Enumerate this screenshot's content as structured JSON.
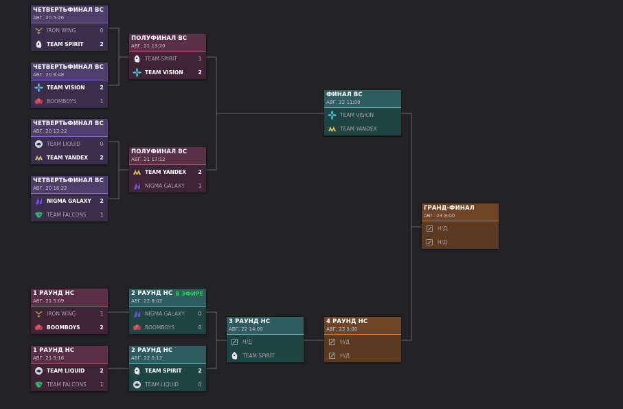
{
  "bracket": {
    "upper": {
      "qf1": {
        "title": "ЧЕТВЕРТЬФИНАЛ ВС",
        "date": "АВГ. 20 5:26",
        "teams": [
          {
            "name": "IRON WING",
            "score": "0"
          },
          {
            "name": "TEAM SPIRIT",
            "score": "2"
          }
        ]
      },
      "qf2": {
        "title": "ЧЕТВЕРТЬФИНАЛ ВС",
        "date": "АВГ. 20 8:48",
        "teams": [
          {
            "name": "TEAM VISION",
            "score": "2"
          },
          {
            "name": "BOOMBOYS",
            "score": "1"
          }
        ]
      },
      "qf3": {
        "title": "ЧЕТВЕРТЬФИНАЛ ВС",
        "date": "АВГ. 20 13:22",
        "teams": [
          {
            "name": "TEAM LIQUID",
            "score": "0"
          },
          {
            "name": "TEAM YANDEX",
            "score": "2"
          }
        ]
      },
      "qf4": {
        "title": "ЧЕТВЕРТЬФИНАЛ ВС",
        "date": "АВГ. 20 16:22",
        "teams": [
          {
            "name": "NIGMA GALAXY",
            "score": "2"
          },
          {
            "name": "TEAM FALCONS",
            "score": "1"
          }
        ]
      },
      "sf1": {
        "title": "ПОЛУФИНАЛ ВС",
        "date": "АВГ. 21 13:20",
        "teams": [
          {
            "name": "TEAM SPIRIT",
            "score": "1"
          },
          {
            "name": "TEAM VISION",
            "score": "2"
          }
        ]
      },
      "sf2": {
        "title": "ПОЛУФИНАЛ ВС",
        "date": "АВГ. 21 17:12",
        "teams": [
          {
            "name": "TEAM YANDEX",
            "score": "2"
          },
          {
            "name": "NIGMA GALAXY",
            "score": "1"
          }
        ]
      },
      "final": {
        "title": "ФИНАЛ ВС",
        "date": "АВГ. 22 11:00",
        "teams": [
          {
            "name": "TEAM VISION",
            "score": ""
          },
          {
            "name": "TEAM YANDEX",
            "score": ""
          }
        ]
      }
    },
    "grand_final": {
      "title": "ГРАНД-ФИНАЛ",
      "date": "АВГ. 23 8:00",
      "teams": [
        {
          "name": "Н/Д",
          "score": ""
        },
        {
          "name": "Н/Д",
          "score": ""
        }
      ]
    },
    "lower": {
      "r1a": {
        "title": "1 РАУНД НС",
        "date": "АВГ. 21 5:09",
        "teams": [
          {
            "name": "IRON WING",
            "score": "1"
          },
          {
            "name": "BOOMBOYS",
            "score": "2"
          }
        ]
      },
      "r1b": {
        "title": "1 РАУНД НС",
        "date": "АВГ. 21 9:16",
        "teams": [
          {
            "name": "TEAM LIQUID",
            "score": "2"
          },
          {
            "name": "TEAM FALCONS",
            "score": "1"
          }
        ]
      },
      "r2a": {
        "title": "2 РАУНД НС",
        "date": "АВГ. 22 8:02",
        "status": "В ЭФИРЕ",
        "teams": [
          {
            "name": "NIGMA GALAXY",
            "score": "0"
          },
          {
            "name": "BOOMBOYS",
            "score": "0"
          }
        ]
      },
      "r2b": {
        "title": "2 РАУНД НС",
        "date": "АВГ. 22 5:12",
        "teams": [
          {
            "name": "TEAM SPIRIT",
            "score": "2"
          },
          {
            "name": "TEAM LIQUID",
            "score": "0"
          }
        ]
      },
      "r3": {
        "title": "3 РАУНД НС",
        "date": "АВГ. 22 14:00",
        "teams": [
          {
            "name": "Н/Д",
            "score": ""
          },
          {
            "name": "TEAM SPIRIT",
            "score": ""
          }
        ]
      },
      "r4": {
        "title": "4 РАУНД НС",
        "date": "АВГ. 23 5:00",
        "teams": [
          {
            "name": "Н/Д",
            "score": ""
          },
          {
            "name": "Н/Д",
            "score": ""
          }
        ]
      }
    }
  },
  "colors": {
    "background": "#232326",
    "live": "#2bd24a",
    "connector": "#6b6b6f"
  }
}
